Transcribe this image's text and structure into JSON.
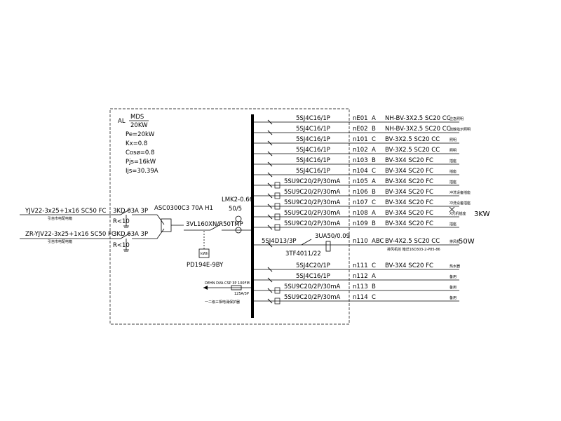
{
  "panel": {
    "al": "AL",
    "mds": "MDS",
    "kw": "20KW",
    "params": [
      "Pe=20kW",
      "Kx=0.8",
      "Cosø=0.8",
      "Pjs=16kW",
      "Ijs=30.39A"
    ]
  },
  "incoming": [
    {
      "cable": "YJV22-3x25+1x16  SC50  FC",
      "note": "引自市电配电箱",
      "switch": "3KD  63A  3P",
      "r": "R<10"
    },
    {
      "cable": "ZR-YJV22-3x25+1x16  SC50  FC",
      "note": "引自市电配电箱",
      "switch": "3KD  63A  3P",
      "r": "R<10"
    }
  ],
  "ats": "ASC0300C3  70A  H1",
  "main_breaker": "3VL160XN/R50TMP",
  "ct": {
    "model": "LMK2-0.66",
    "ratio": "50/5"
  },
  "meter": {
    "label": "kWh",
    "model": "PD194E-9BY"
  },
  "spd": {
    "label_top": "DEHN DVA CSP 3P 100FM",
    "fuse": "125A/3P",
    "label_bottom": "一二级三相电涌保护器"
  },
  "motor_circuit": {
    "breaker": "5SJ4D13/3P",
    "relay": "3UA50/0.09",
    "contactor": "3TF4011/22"
  },
  "circuits": [
    {
      "breaker": "5SJ4C16/1P",
      "id": "nE01",
      "phase": "A",
      "cable": "NH-BV-3X2.5  SC20  CC",
      "use": "应急照明"
    },
    {
      "breaker": "5SJ4C16/1P",
      "id": "nE02",
      "phase": "B",
      "cable": "NH-BV-3X2.5  SC20  CC",
      "use": "疏散指示照明"
    },
    {
      "breaker": "5SJ4C16/1P",
      "id": "n101",
      "phase": "C",
      "cable": "BV-3X2.5  SC20  CC",
      "use": "照明"
    },
    {
      "breaker": "5SJ4C16/1P",
      "id": "n102",
      "phase": "A",
      "cable": "BV-3X2.5  SC20  CC",
      "use": "照明"
    },
    {
      "breaker": "5SJ4C16/1P",
      "id": "n103",
      "phase": "B",
      "cable": "BV-3X4       SC20  FC",
      "use": "插座"
    },
    {
      "breaker": "5SJ4C16/1P",
      "id": "n104",
      "phase": "C",
      "cable": "BV-3X4       SC20  FC",
      "use": "插座"
    },
    {
      "breaker": "5SU9C20/2P/30mA",
      "id": "n105",
      "phase": "A",
      "cable": "BV-3X4       SC20  FC",
      "use": "插座"
    },
    {
      "breaker": "5SU9C20/2P/30mA",
      "id": "n106",
      "phase": "B",
      "cable": "BV-3X4       SC20  FC",
      "use": "冲洗设备插座"
    },
    {
      "breaker": "5SU9C20/2P/30mA",
      "id": "n107",
      "phase": "C",
      "cable": "BV-3X4       SC20  FC",
      "use": "冲洗设备插座"
    },
    {
      "breaker": "5SU9C20/2P/30mA",
      "id": "n108",
      "phase": "A",
      "cable": "BV-3X4       SC20  FC",
      "use": "X光机插座",
      "power": "3KW"
    },
    {
      "breaker": "5SU9C20/2P/30mA",
      "id": "n109",
      "phase": "B",
      "cable": "BV-3X4       SC20  FC",
      "use": "插座"
    },
    {
      "breaker": "",
      "id": "n110",
      "phase": "ABC",
      "cable": "BV-4X2.5  SC20  CC",
      "use": "排风机",
      "power": "50W",
      "note": "排风机控 箱详16D303-2-P85-86"
    },
    {
      "breaker": "5SJ4C20/1P",
      "id": "n111",
      "phase": "C",
      "cable": "BV-3X4       SC20  FC",
      "use": "热水器"
    },
    {
      "breaker": "5SJ4C16/1P",
      "id": "n112",
      "phase": "A",
      "cable": "",
      "use": "备用"
    },
    {
      "breaker": "5SU9C20/2P/30mA",
      "id": "n113",
      "phase": "B",
      "cable": "",
      "use": "备用"
    },
    {
      "breaker": "5SU9C20/2P/30mA",
      "id": "n114",
      "phase": "C",
      "cable": "",
      "use": "备用"
    }
  ]
}
